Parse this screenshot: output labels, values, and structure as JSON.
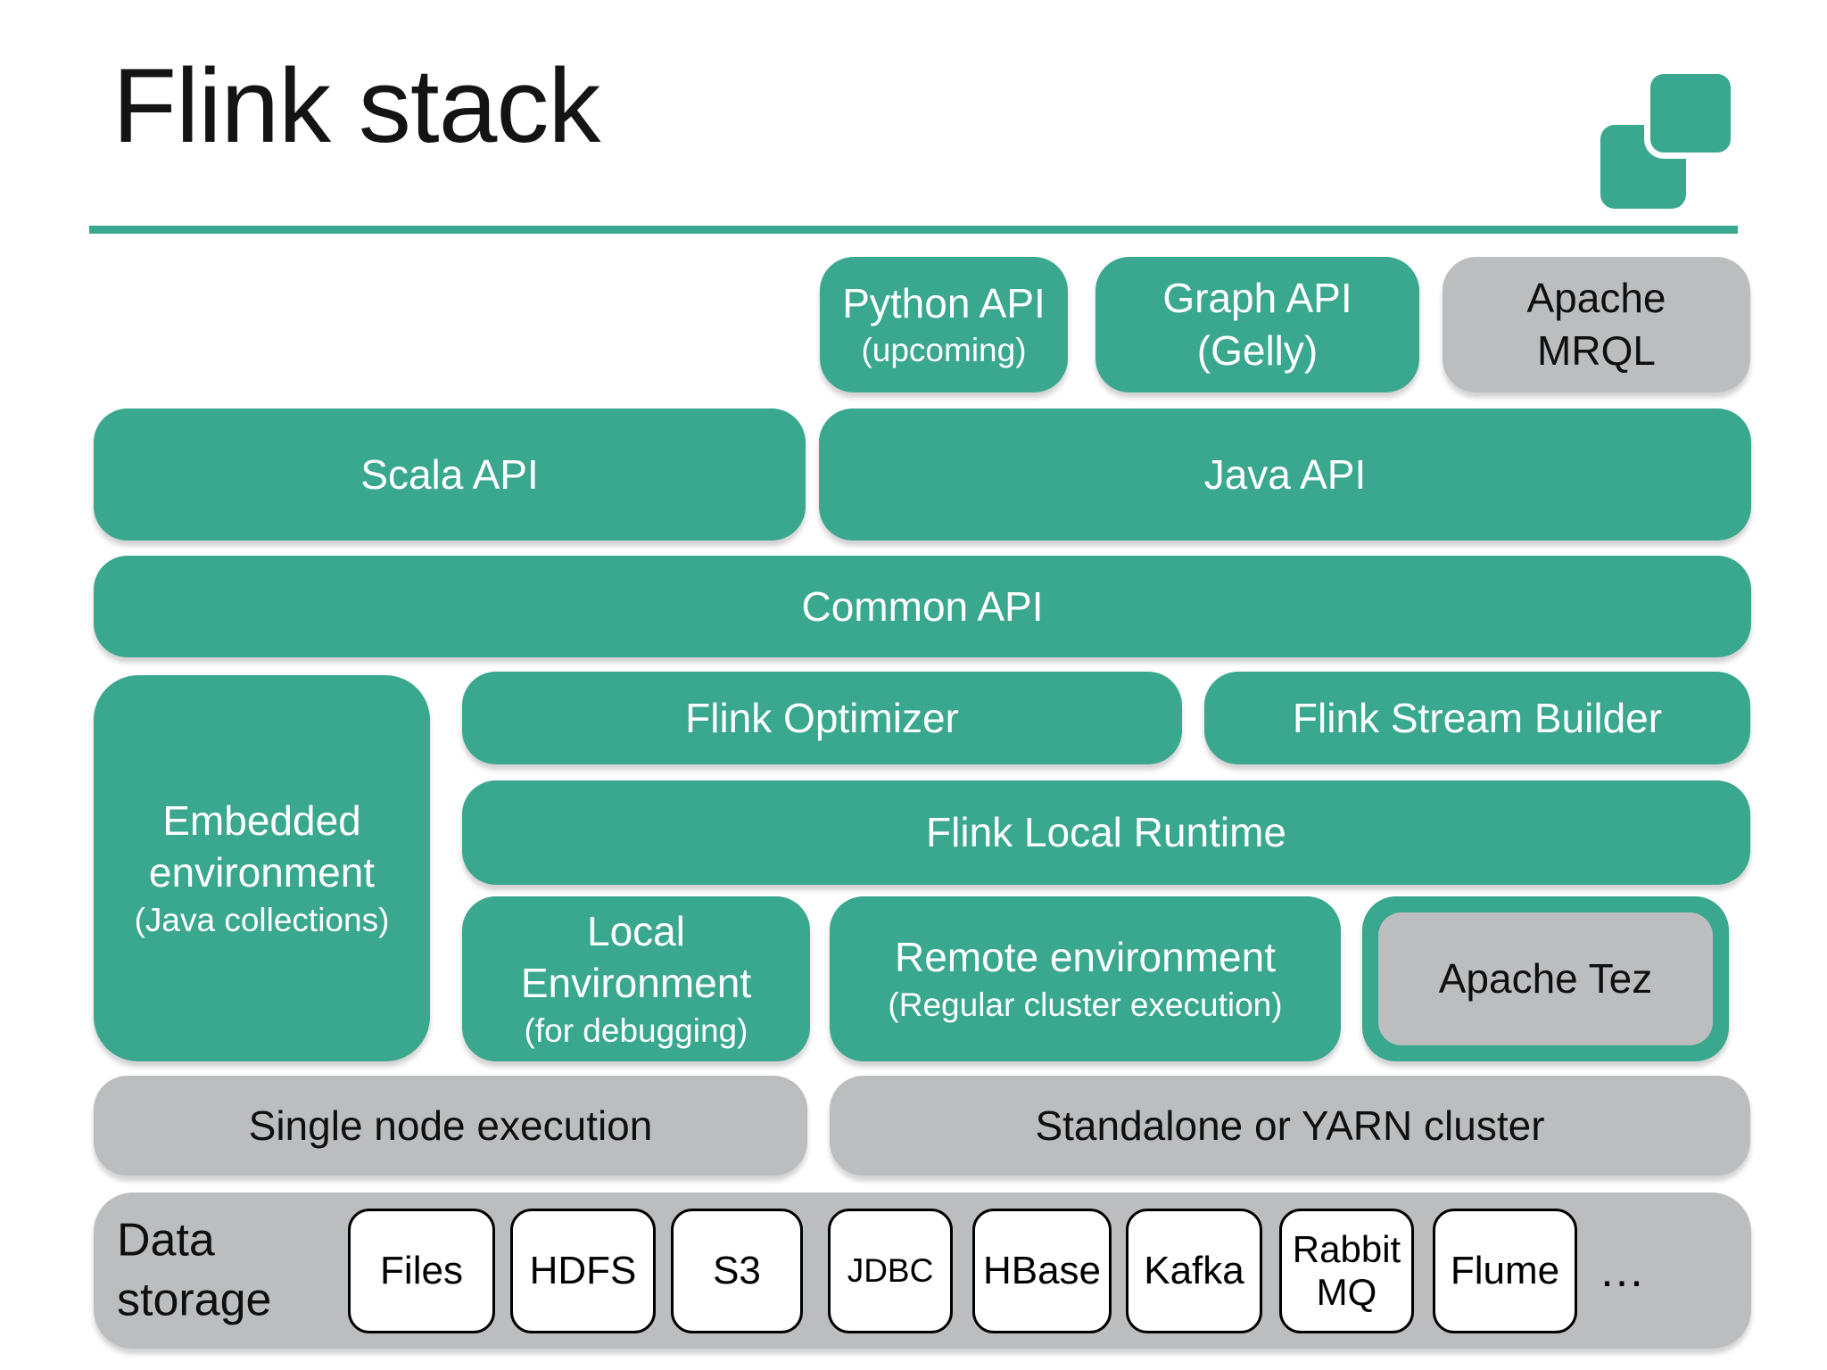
{
  "slide": {
    "title": "Flink stack",
    "accent_teal": "#3aa78f",
    "box_gray": "#bcbdbe"
  },
  "boxes": {
    "python_api": {
      "label": "Python API",
      "sublabel": "(upcoming)"
    },
    "graph_api": {
      "label": "Graph API\n(Gelly)"
    },
    "apache_mrql": {
      "label": "Apache\nMRQL"
    },
    "scala_api": {
      "label": "Scala API"
    },
    "java_api": {
      "label": "Java API"
    },
    "common_api": {
      "label": "Common API"
    },
    "embedded_env": {
      "label": "Embedded\nenvironment",
      "sublabel": "(Java collections)"
    },
    "flink_optimizer": {
      "label": "Flink Optimizer"
    },
    "flink_stream_builder": {
      "label": "Flink Stream Builder"
    },
    "flink_local_runtime": {
      "label": "Flink Local Runtime"
    },
    "local_env": {
      "label": "Local\nEnvironment",
      "sublabel": "(for debugging)"
    },
    "remote_env": {
      "label": "Remote environment",
      "sublabel": "(Regular cluster execution)"
    },
    "apache_tez": {
      "label": "Apache Tez"
    },
    "single_node": {
      "label": "Single node execution"
    },
    "standalone_yarn": {
      "label": "Standalone or YARN cluster"
    }
  },
  "storage": {
    "label": "Data\nstorage",
    "items": [
      "Files",
      "HDFS",
      "S3",
      "JDBC",
      "HBase",
      "Kafka",
      "Rabbit\nMQ",
      "Flume"
    ],
    "more": "…"
  }
}
